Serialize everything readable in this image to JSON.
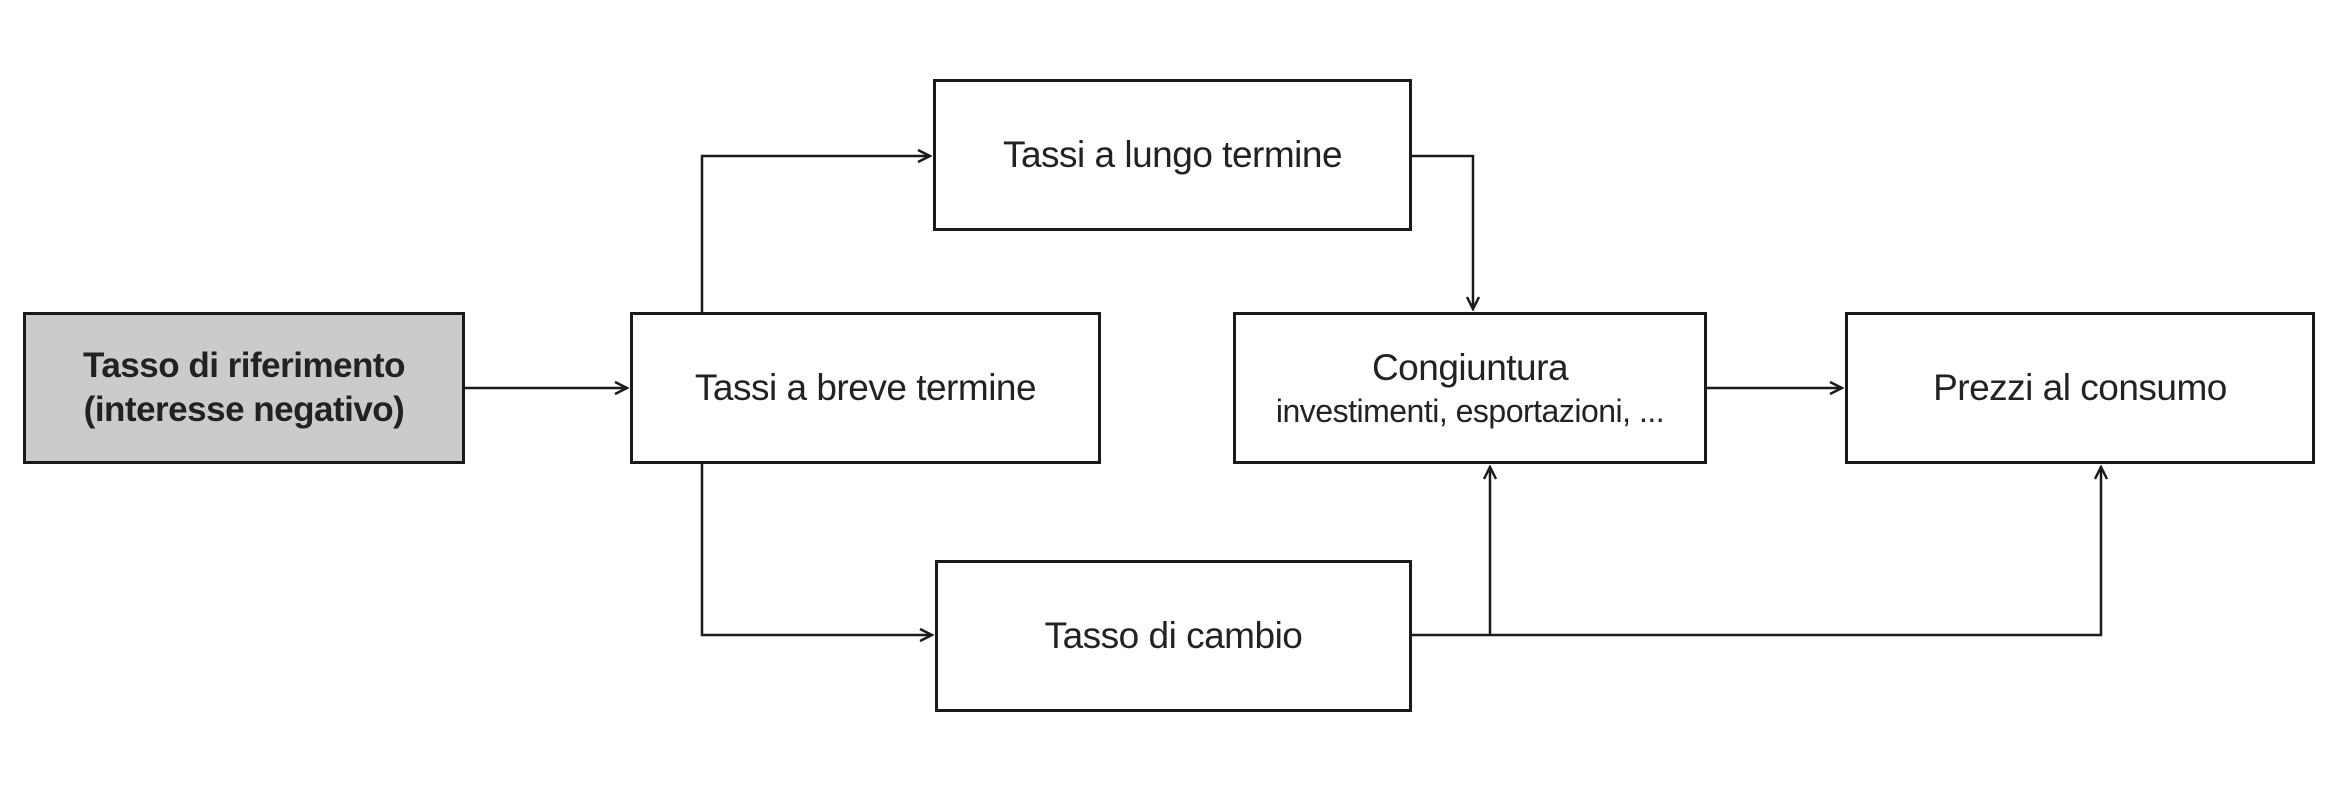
{
  "diagram": {
    "background": "#ffffff",
    "colors": {
      "node_border": "#1b1b1b",
      "arrow": "#1b1b1b",
      "text": "#222222",
      "node_fill": "#ffffff",
      "highlight_fill": "#cbcbcb"
    },
    "nodes": {
      "riferimento": {
        "line1": "Tasso di riferimento",
        "line2": "(interesse negativo)",
        "highlighted": true
      },
      "breve": {
        "label": "Tassi a breve termine"
      },
      "lungo": {
        "label": "Tassi a lungo termine"
      },
      "cambio": {
        "label": "Tasso di cambio"
      },
      "congiuntura": {
        "label": "Congiuntura",
        "sublabel": "investimenti, esportazioni, ..."
      },
      "prezzi": {
        "label": "Prezzi al consumo"
      }
    },
    "edges": [
      {
        "from": "Tasso di riferimento",
        "to": "Tassi a breve termine"
      },
      {
        "from": "Tassi a breve termine",
        "to": "Tassi a lungo termine"
      },
      {
        "from": "Tassi a breve termine",
        "to": "Tasso di cambio"
      },
      {
        "from": "Tassi a lungo termine",
        "to": "Congiuntura"
      },
      {
        "from": "Congiuntura",
        "to": "Prezzi al consumo"
      },
      {
        "from": "Tasso di cambio",
        "to": "Congiuntura"
      },
      {
        "from": "Tasso di cambio",
        "to": "Prezzi al consumo"
      }
    ]
  }
}
